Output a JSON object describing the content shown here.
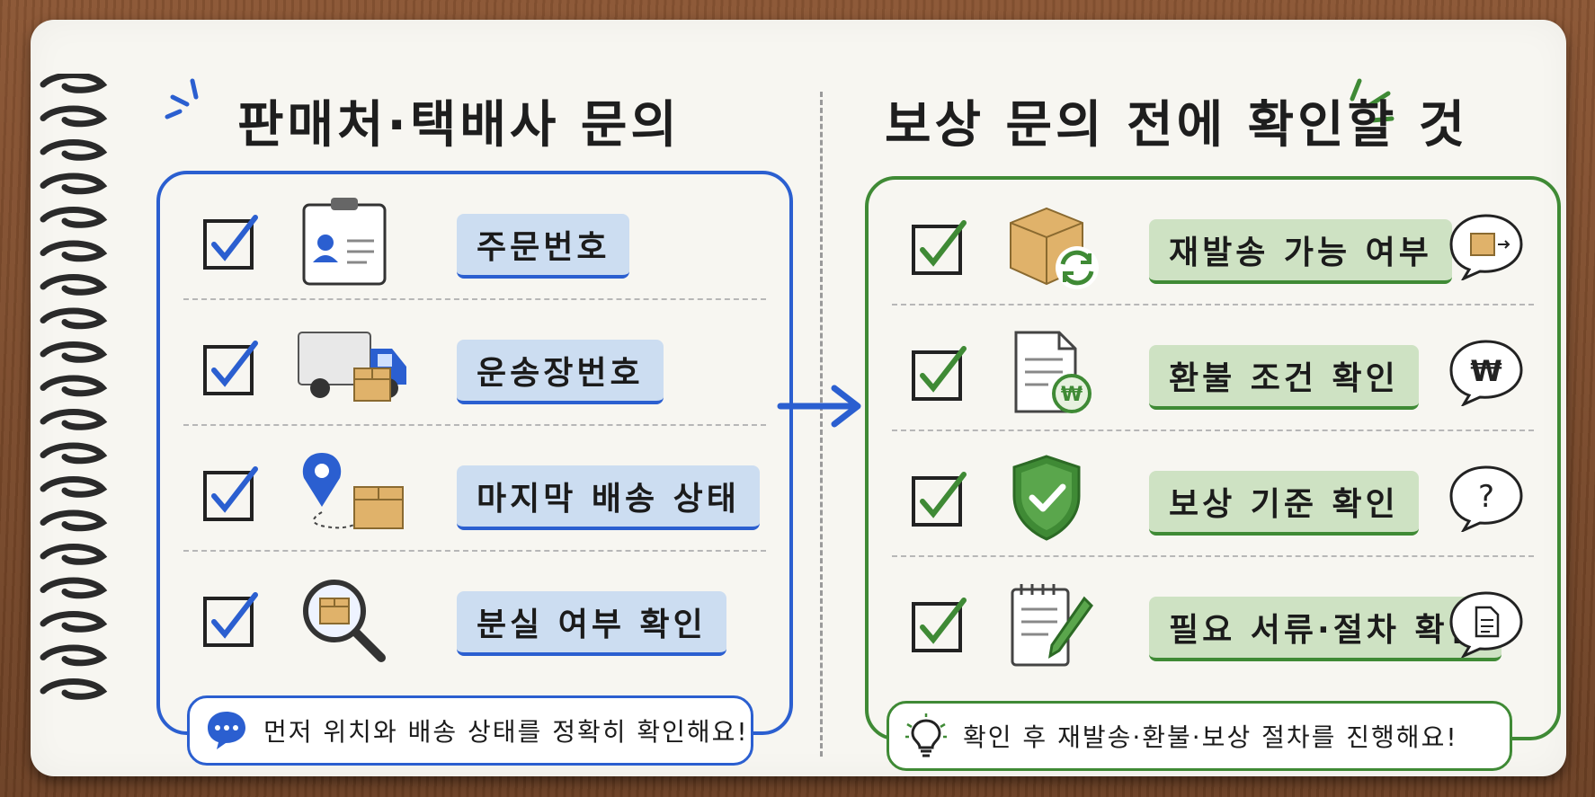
{
  "left": {
    "title": "판매처·택배사 문의",
    "items": [
      {
        "label": "주문번호",
        "icon": "order-clipboard-icon"
      },
      {
        "label": "운송장번호",
        "icon": "delivery-truck-icon"
      },
      {
        "label": "마지막 배송 상태",
        "icon": "location-pin-icon"
      },
      {
        "label": "분실 여부 확인",
        "icon": "magnifier-box-icon"
      }
    ],
    "note": "먼저 위치와 배송 상태를 정확히 확인해요!"
  },
  "right": {
    "title": "보상 문의 전에 확인할 것",
    "items": [
      {
        "label": "재발송 가능 여부",
        "icon": "box-refresh-icon",
        "bubble": "box-arrow"
      },
      {
        "label": "환불 조건 확인",
        "icon": "document-won-icon",
        "bubble": "₩"
      },
      {
        "label": "보상 기준 확인",
        "icon": "shield-check-icon",
        "bubble": "?"
      },
      {
        "label": "필요 서류·절차 확인",
        "icon": "notepad-pen-icon",
        "bubble": "document"
      }
    ],
    "note": "확인 후 재발송·환불·보상 절차를 진행해요!"
  },
  "colors": {
    "blue": "#2b5fd0",
    "green": "#3f8a35",
    "paper": "#f7f6f1",
    "box": "#e0b26a"
  }
}
